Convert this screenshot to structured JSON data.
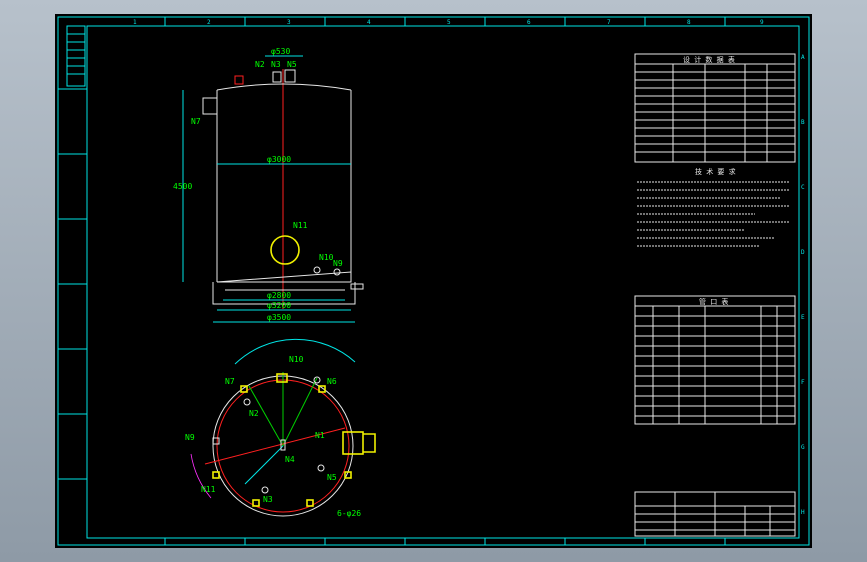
{
  "drawing": {
    "nozzles_elevation": [
      "N2",
      "N3",
      "N5",
      "N11",
      "N10",
      "N9",
      "N7"
    ],
    "nozzles_plan": [
      "N7",
      "N10",
      "N2",
      "N6",
      "N9",
      "N1",
      "N3",
      "N4",
      "N5",
      "N11"
    ],
    "dims": {
      "top_opening": "φ530",
      "shell_diameter": "φ3000",
      "height": "4500",
      "base_inner": "φ2800",
      "base_mid": "φ3200",
      "base_outer": "φ3500",
      "bolt_note": "6-φ26"
    },
    "border_numbers_top": [
      "1",
      "2",
      "3",
      "4",
      "5",
      "6",
      "7",
      "8",
      "9"
    ],
    "border_letters_side": [
      "A",
      "B",
      "C",
      "D",
      "E",
      "F",
      "G",
      "H"
    ],
    "tables": {
      "data_title": "设 计 数 据 表",
      "tech_title": "技 术 要 求",
      "nozzle_title": "管 口 表"
    }
  }
}
